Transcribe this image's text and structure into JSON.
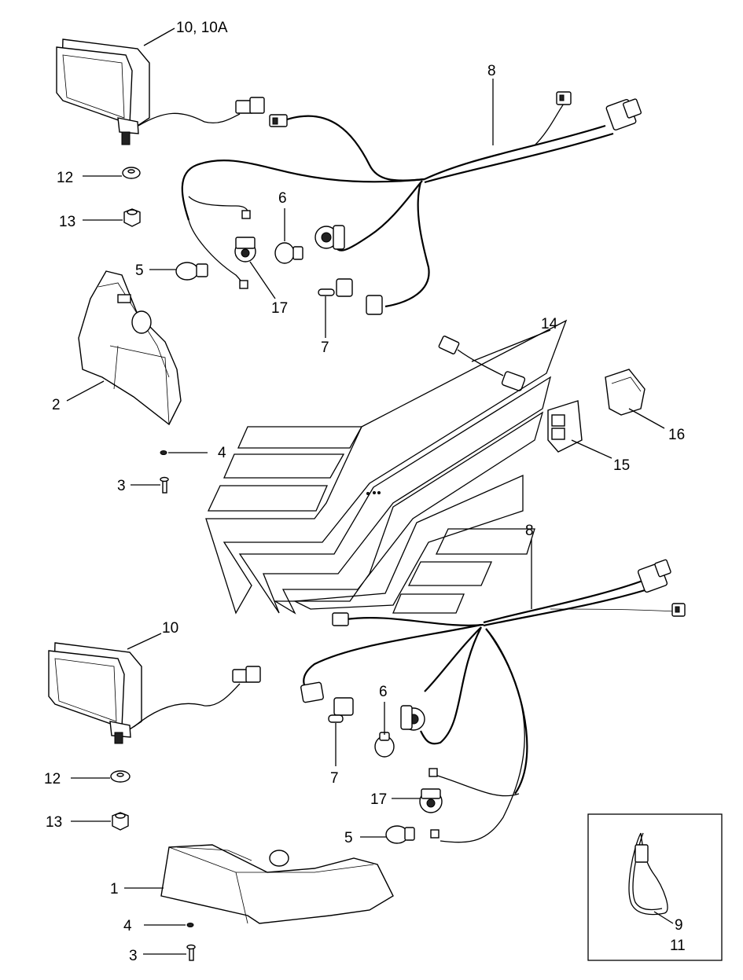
{
  "labels": {
    "l_10_10a": "10, 10A",
    "l_8_top": "8",
    "l_12_top": "12",
    "l_13_top": "13",
    "l_6_top": "6",
    "l_5_top": "5",
    "l_17_top": "17",
    "l_7_top": "7",
    "l_14": "14",
    "l_2": "2",
    "l_16": "16",
    "l_4_top": "4",
    "l_15": "15",
    "l_3_top": "3",
    "l_8_bottom": "8",
    "l_10": "10",
    "l_6_bottom": "6",
    "l_12_bottom": "12",
    "l_7_bottom": "7",
    "l_17_bottom": "17",
    "l_13_bottom": "13",
    "l_5_bottom": "5",
    "l_1": "1",
    "l_9": "9",
    "l_4_bottom": "4",
    "l_11": "11",
    "l_3_bottom": "3"
  }
}
